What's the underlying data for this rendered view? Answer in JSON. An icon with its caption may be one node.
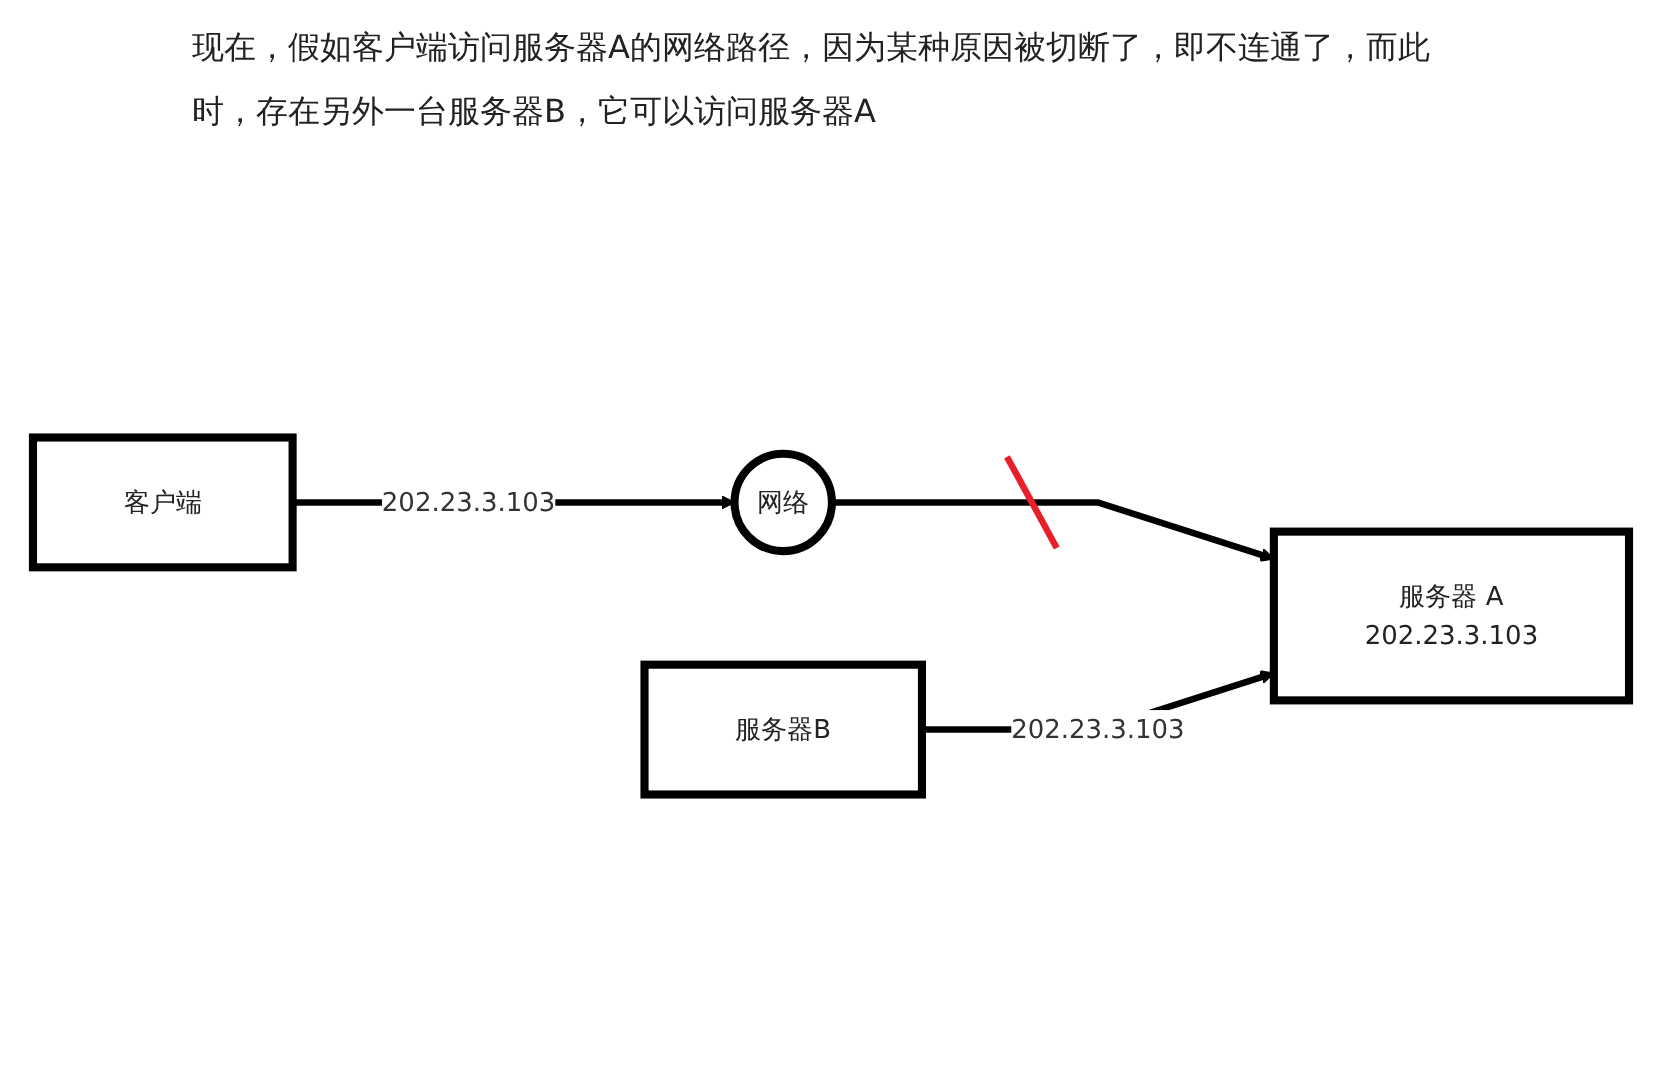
{
  "diagram": {
    "title": "现在，假如客户端访问服务器A的网络路径，因为某种原因被切断了，即不连通了，而此时，存在另外一台服务器B，它可以访问服务器A",
    "nodes": [
      {
        "text": [
          "客户端"
        ]
      },
      {
        "text": [
          "网络"
        ]
      },
      {
        "text": [
          "服务器 A",
          "202.23.3.103"
        ]
      },
      {
        "text": [
          "服务器B"
        ]
      }
    ],
    "edges": [
      {
        "from": 0,
        "to": 1,
        "arrow": "to",
        "label": "202.23.3.103"
      },
      {
        "from": 1,
        "to": 2,
        "arrow": "to"
      },
      {
        "from": 3,
        "to": 2,
        "arrow": "to",
        "label": "202.23.3.103"
      }
    ]
  }
}
